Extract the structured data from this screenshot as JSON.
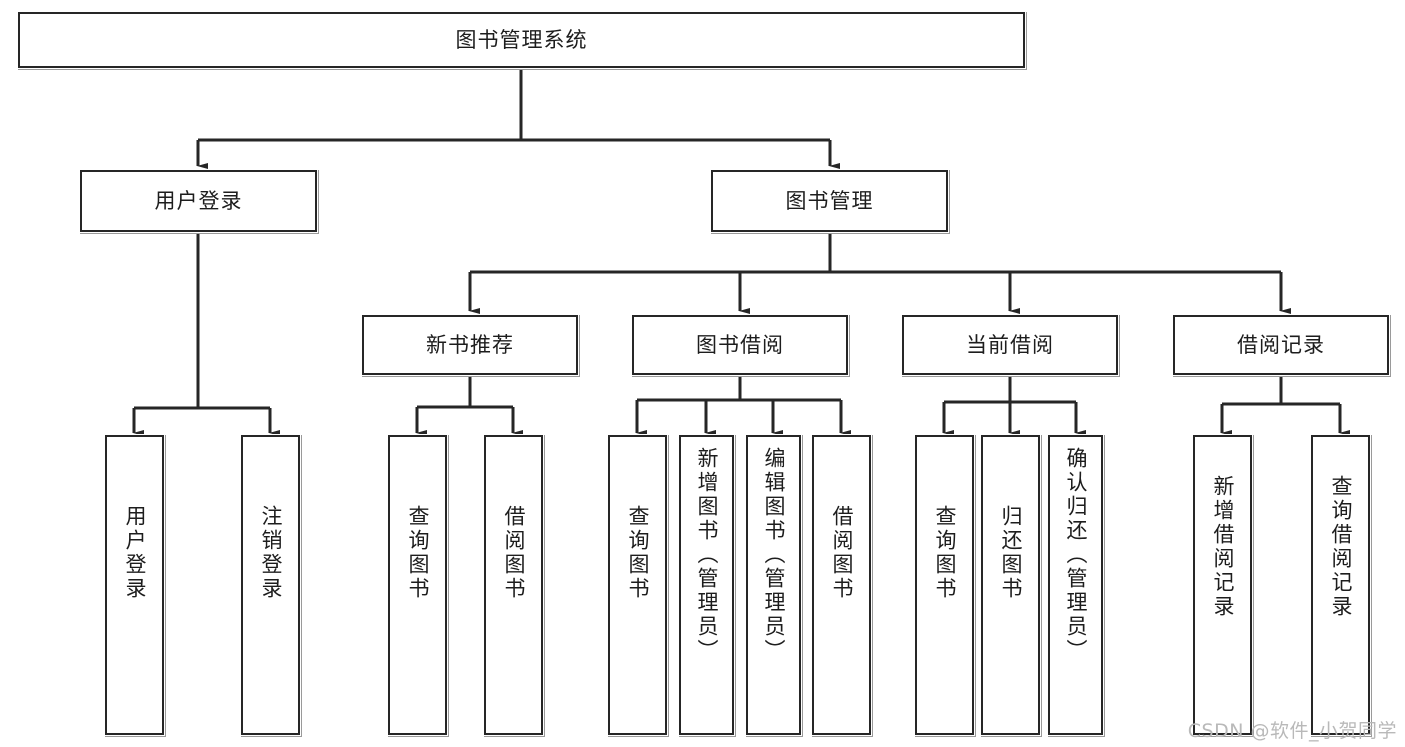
{
  "diagram": {
    "title": "图书管理系统",
    "type": "hierarchy-tree",
    "levels": 4,
    "colors": {
      "node_border": "#262626",
      "node_fill": "#ffffff",
      "connector": "#262626",
      "background": "#ffffff",
      "watermark": "#b9b9b9"
    },
    "root": {
      "label": "图书管理系统"
    },
    "level2": [
      {
        "label": "用户登录"
      },
      {
        "label": "图书管理"
      }
    ],
    "level3": [
      {
        "label": "新书推荐"
      },
      {
        "label": "图书借阅"
      },
      {
        "label": "当前借阅"
      },
      {
        "label": "借阅记录"
      }
    ],
    "leaves": {
      "user_login": [
        {
          "label": "用户登录"
        },
        {
          "label": "注销登录"
        }
      ],
      "new_book_recommend": [
        {
          "label": "查询图书"
        },
        {
          "label": "借阅图书"
        }
      ],
      "book_borrow": [
        {
          "label": "查询图书"
        },
        {
          "label": "新增图书（管理员）"
        },
        {
          "label": "编辑图书（管理员）"
        },
        {
          "label": "借阅图书"
        }
      ],
      "current_borrow": [
        {
          "label": "查询图书"
        },
        {
          "label": "归还图书"
        },
        {
          "label": "确认归还（管理员）"
        }
      ],
      "borrow_record": [
        {
          "label": "新增借阅记录"
        },
        {
          "label": "查询借阅记录"
        }
      ]
    }
  },
  "watermark": {
    "text": "CSDN @软件_小贺同学"
  }
}
